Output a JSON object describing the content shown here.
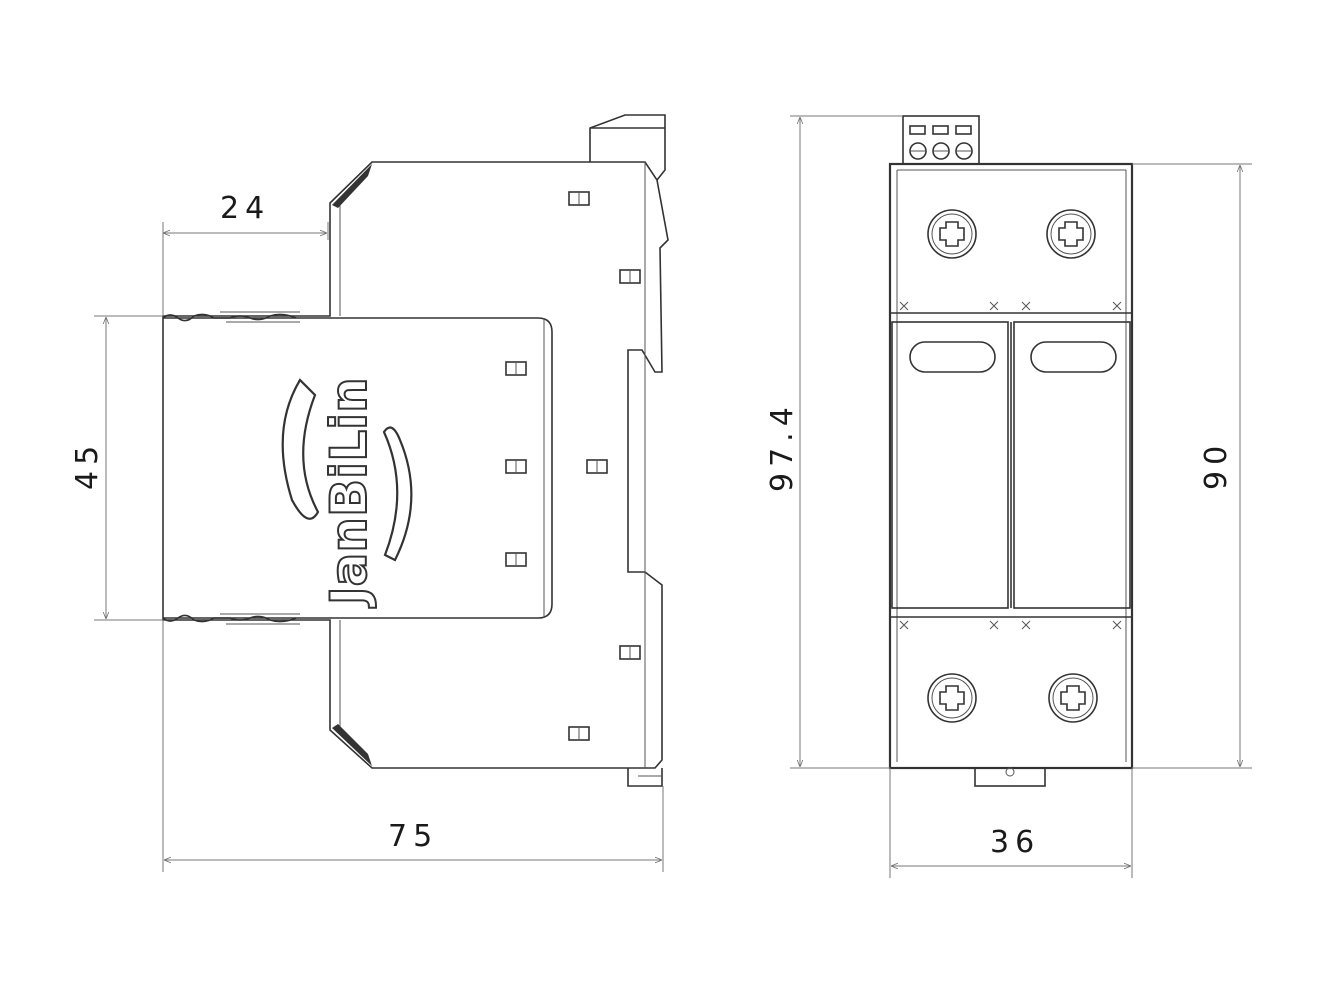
{
  "side_view": {
    "dim_top_label": "24",
    "dim_height_label": "45",
    "dim_width_label": "75",
    "logo_text": "JanBiLin"
  },
  "front_view": {
    "dim_total_height_label": "97.4",
    "dim_body_height_label": "90",
    "dim_width_label": "36"
  }
}
